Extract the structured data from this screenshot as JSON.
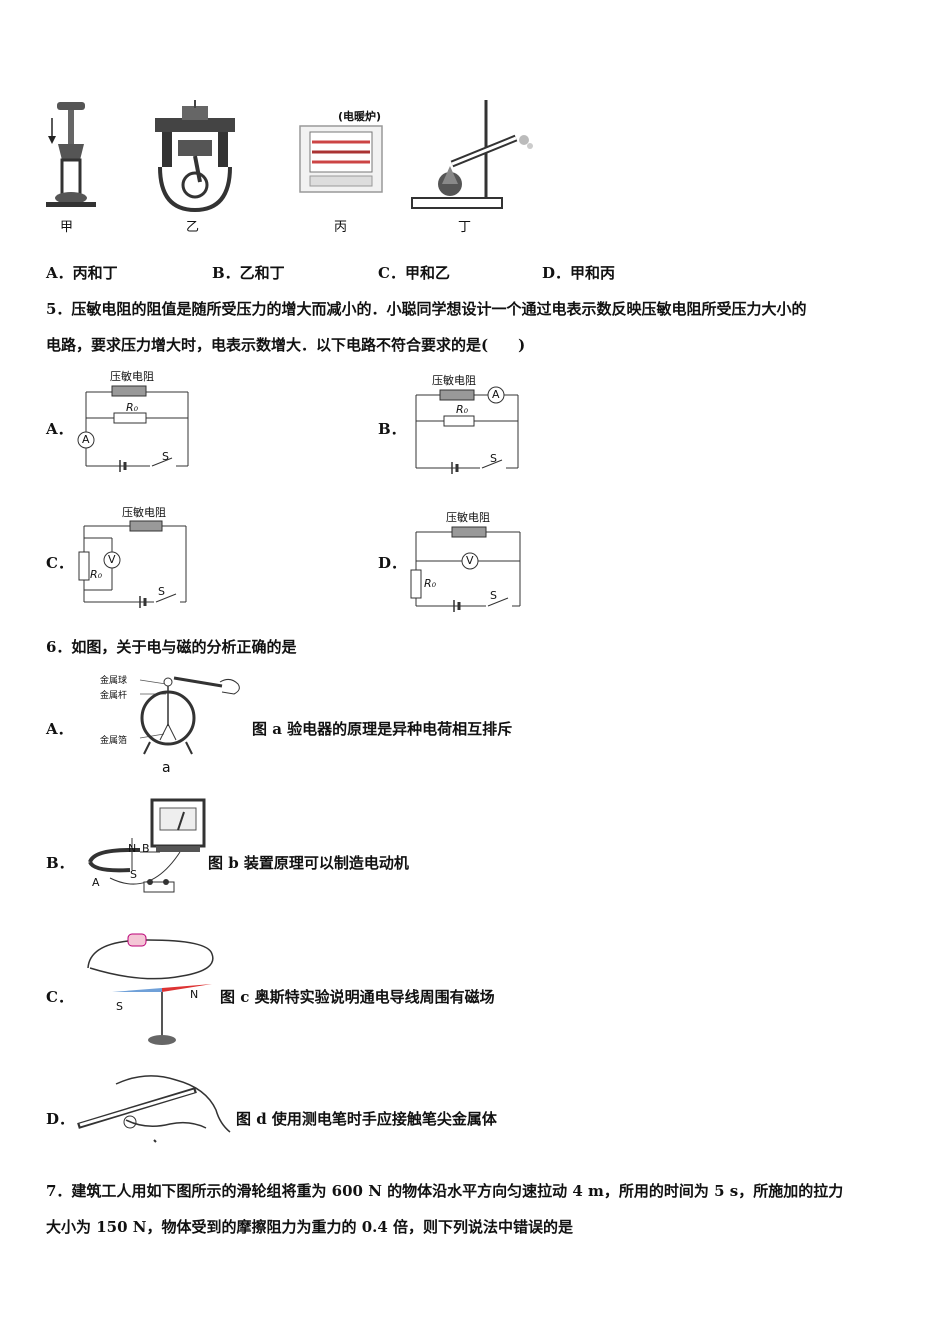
{
  "q4": {
    "fig_labels": [
      "甲",
      "乙",
      "丙",
      "丁"
    ],
    "heater_caption": "(电暖炉)",
    "options": [
      "A．丙和丁",
      "B．乙和丁",
      "C．甲和乙",
      "D．甲和丙"
    ]
  },
  "q5": {
    "stem_line1": "5．压敏电阻的阻值是随所受压力的增大而减小的．小聪同学想设计一个通过电表示数反映压敏电阻所受压力大小的",
    "stem_line2": "电路，要求压力增大时，电表示数增大．以下电路不符合要求的是(　　)",
    "option_letters": [
      "A．",
      "B．",
      "C．",
      "D．"
    ],
    "sensor_label": "压敏电阻",
    "r0_label": "R₀",
    "switch_label": "S",
    "ammeter": "A",
    "voltmeter": "V"
  },
  "q6": {
    "stem": "6．如图，关于电与磁的分析正确的是",
    "option_letters": [
      "A．",
      "B．",
      "C．",
      "D．"
    ],
    "statements": [
      "图 a 验电器的原理是异种电荷相互排斥",
      "图 b 装置原理可以制造电动机",
      "图 c 奥斯特实验说明通电导线周围有磁场",
      "图 d 使用测电笔时手应接触笔尖金属体"
    ],
    "fig_a_labels": [
      "金属球",
      "金属杆",
      "金属箔"
    ],
    "fig_a_caption": "a",
    "fig_b_labels": [
      "N",
      "B",
      "A",
      "S"
    ],
    "fig_c_labels": [
      "S",
      "N"
    ]
  },
  "q7": {
    "stem_line1": "7．建筑工人用如下图所示的滑轮组将重为 600 N 的物体沿水平方向匀速拉动 4 m，所用的时间为 5 s，所施加的拉力",
    "stem_line2": "大小为 150 N，物体受到的摩擦阻力为重力的 0.4 倍，则下列说法中错误的是"
  }
}
